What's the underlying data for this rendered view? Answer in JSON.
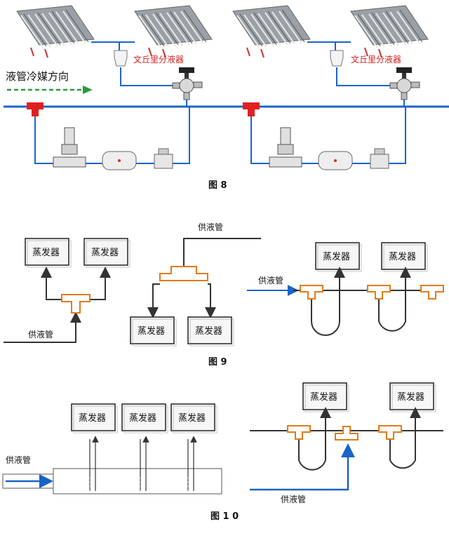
{
  "figure8": {
    "caption": "图 8",
    "flow_label": "液管冷媒方向",
    "distributor_label_left": "文丘里分液器",
    "distributor_label_right": "文丘里分液器"
  },
  "figure9": {
    "caption": "图 9",
    "evaporator_label": "蒸发器",
    "supply_label": "供液管"
  },
  "figure10": {
    "caption": "图 1 0",
    "evaporator_label": "蒸发器",
    "supply_label": "供液管"
  },
  "colors": {
    "pipe_blue": "#1a64c8",
    "tee_red": "#e02020",
    "tee_orange": "#e07a1a",
    "line_dark": "#333333",
    "text_red": "#d42020"
  },
  "icons": [
    "evaporator-coil-icon",
    "venturi-distributor-icon",
    "expansion-valve-icon",
    "solenoid-valve-icon",
    "filter-drier-icon",
    "sight-glass-icon",
    "tee-fitting-icon",
    "flow-arrow-icon"
  ]
}
